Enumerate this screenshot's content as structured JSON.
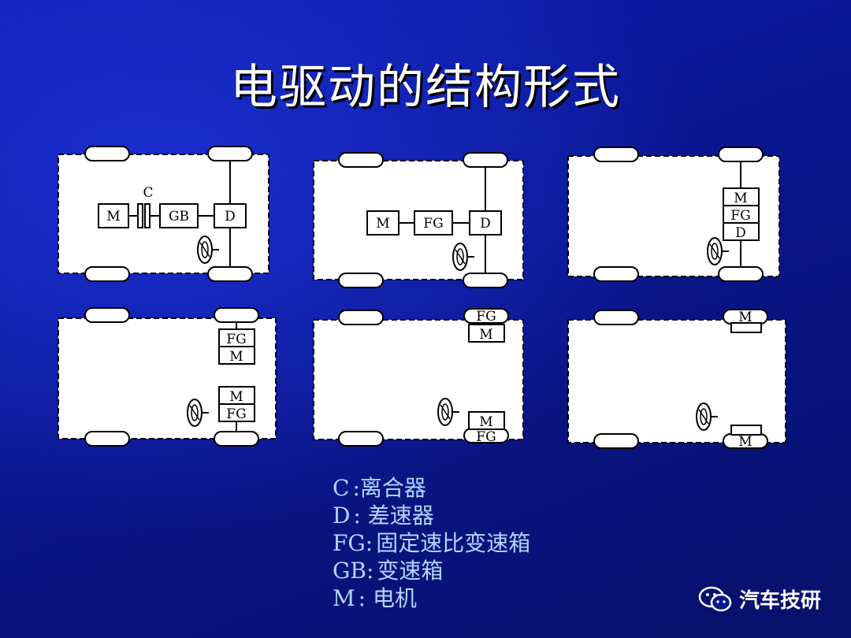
{
  "title": "电驱动的结构形式",
  "labels": {
    "M": "M",
    "GB": "GB",
    "D": "D",
    "C": "C",
    "FG": "FG"
  },
  "legend": [
    {
      "abbr": "C",
      "desc": ":离合器"
    },
    {
      "abbr": "D",
      "desc": ": 差速器"
    },
    {
      "abbr": "FG:",
      "desc": "固定速比变速箱"
    },
    {
      "abbr": "GB:",
      "desc": "变速箱"
    },
    {
      "abbr": "M",
      "desc": ": 电机"
    }
  ],
  "brand": {
    "name": "汽车技研",
    "icon": "wechat-icon"
  },
  "colors": {
    "background": "#0a168e",
    "legend_text": "#b0d6ff",
    "title_text": "#ffffff"
  }
}
